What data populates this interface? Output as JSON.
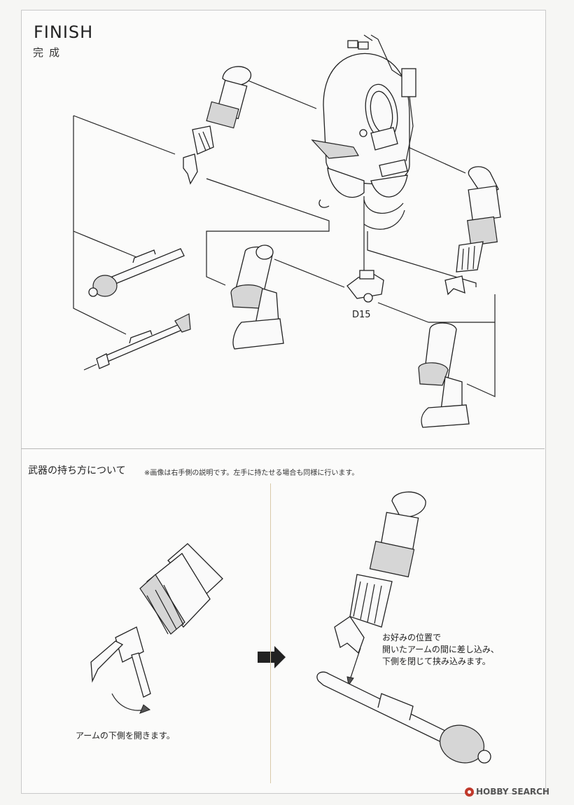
{
  "header": {
    "title": "FINISH",
    "subtitle": "完成"
  },
  "finish_diagram": {
    "part_label": "D15"
  },
  "weapon_section": {
    "title": "武器の持ち方について",
    "note": "※画像は右手側の説明です。左手に持たせる場合も同様に行います。",
    "left_caption": "アームの下側を開きます。",
    "right_caption": [
      "お好みの位置で",
      "開いたアームの間に差し込み、",
      "下側を閉じて挟み込みます。"
    ]
  },
  "watermark": {
    "text": "HOBBY SEARCH"
  }
}
